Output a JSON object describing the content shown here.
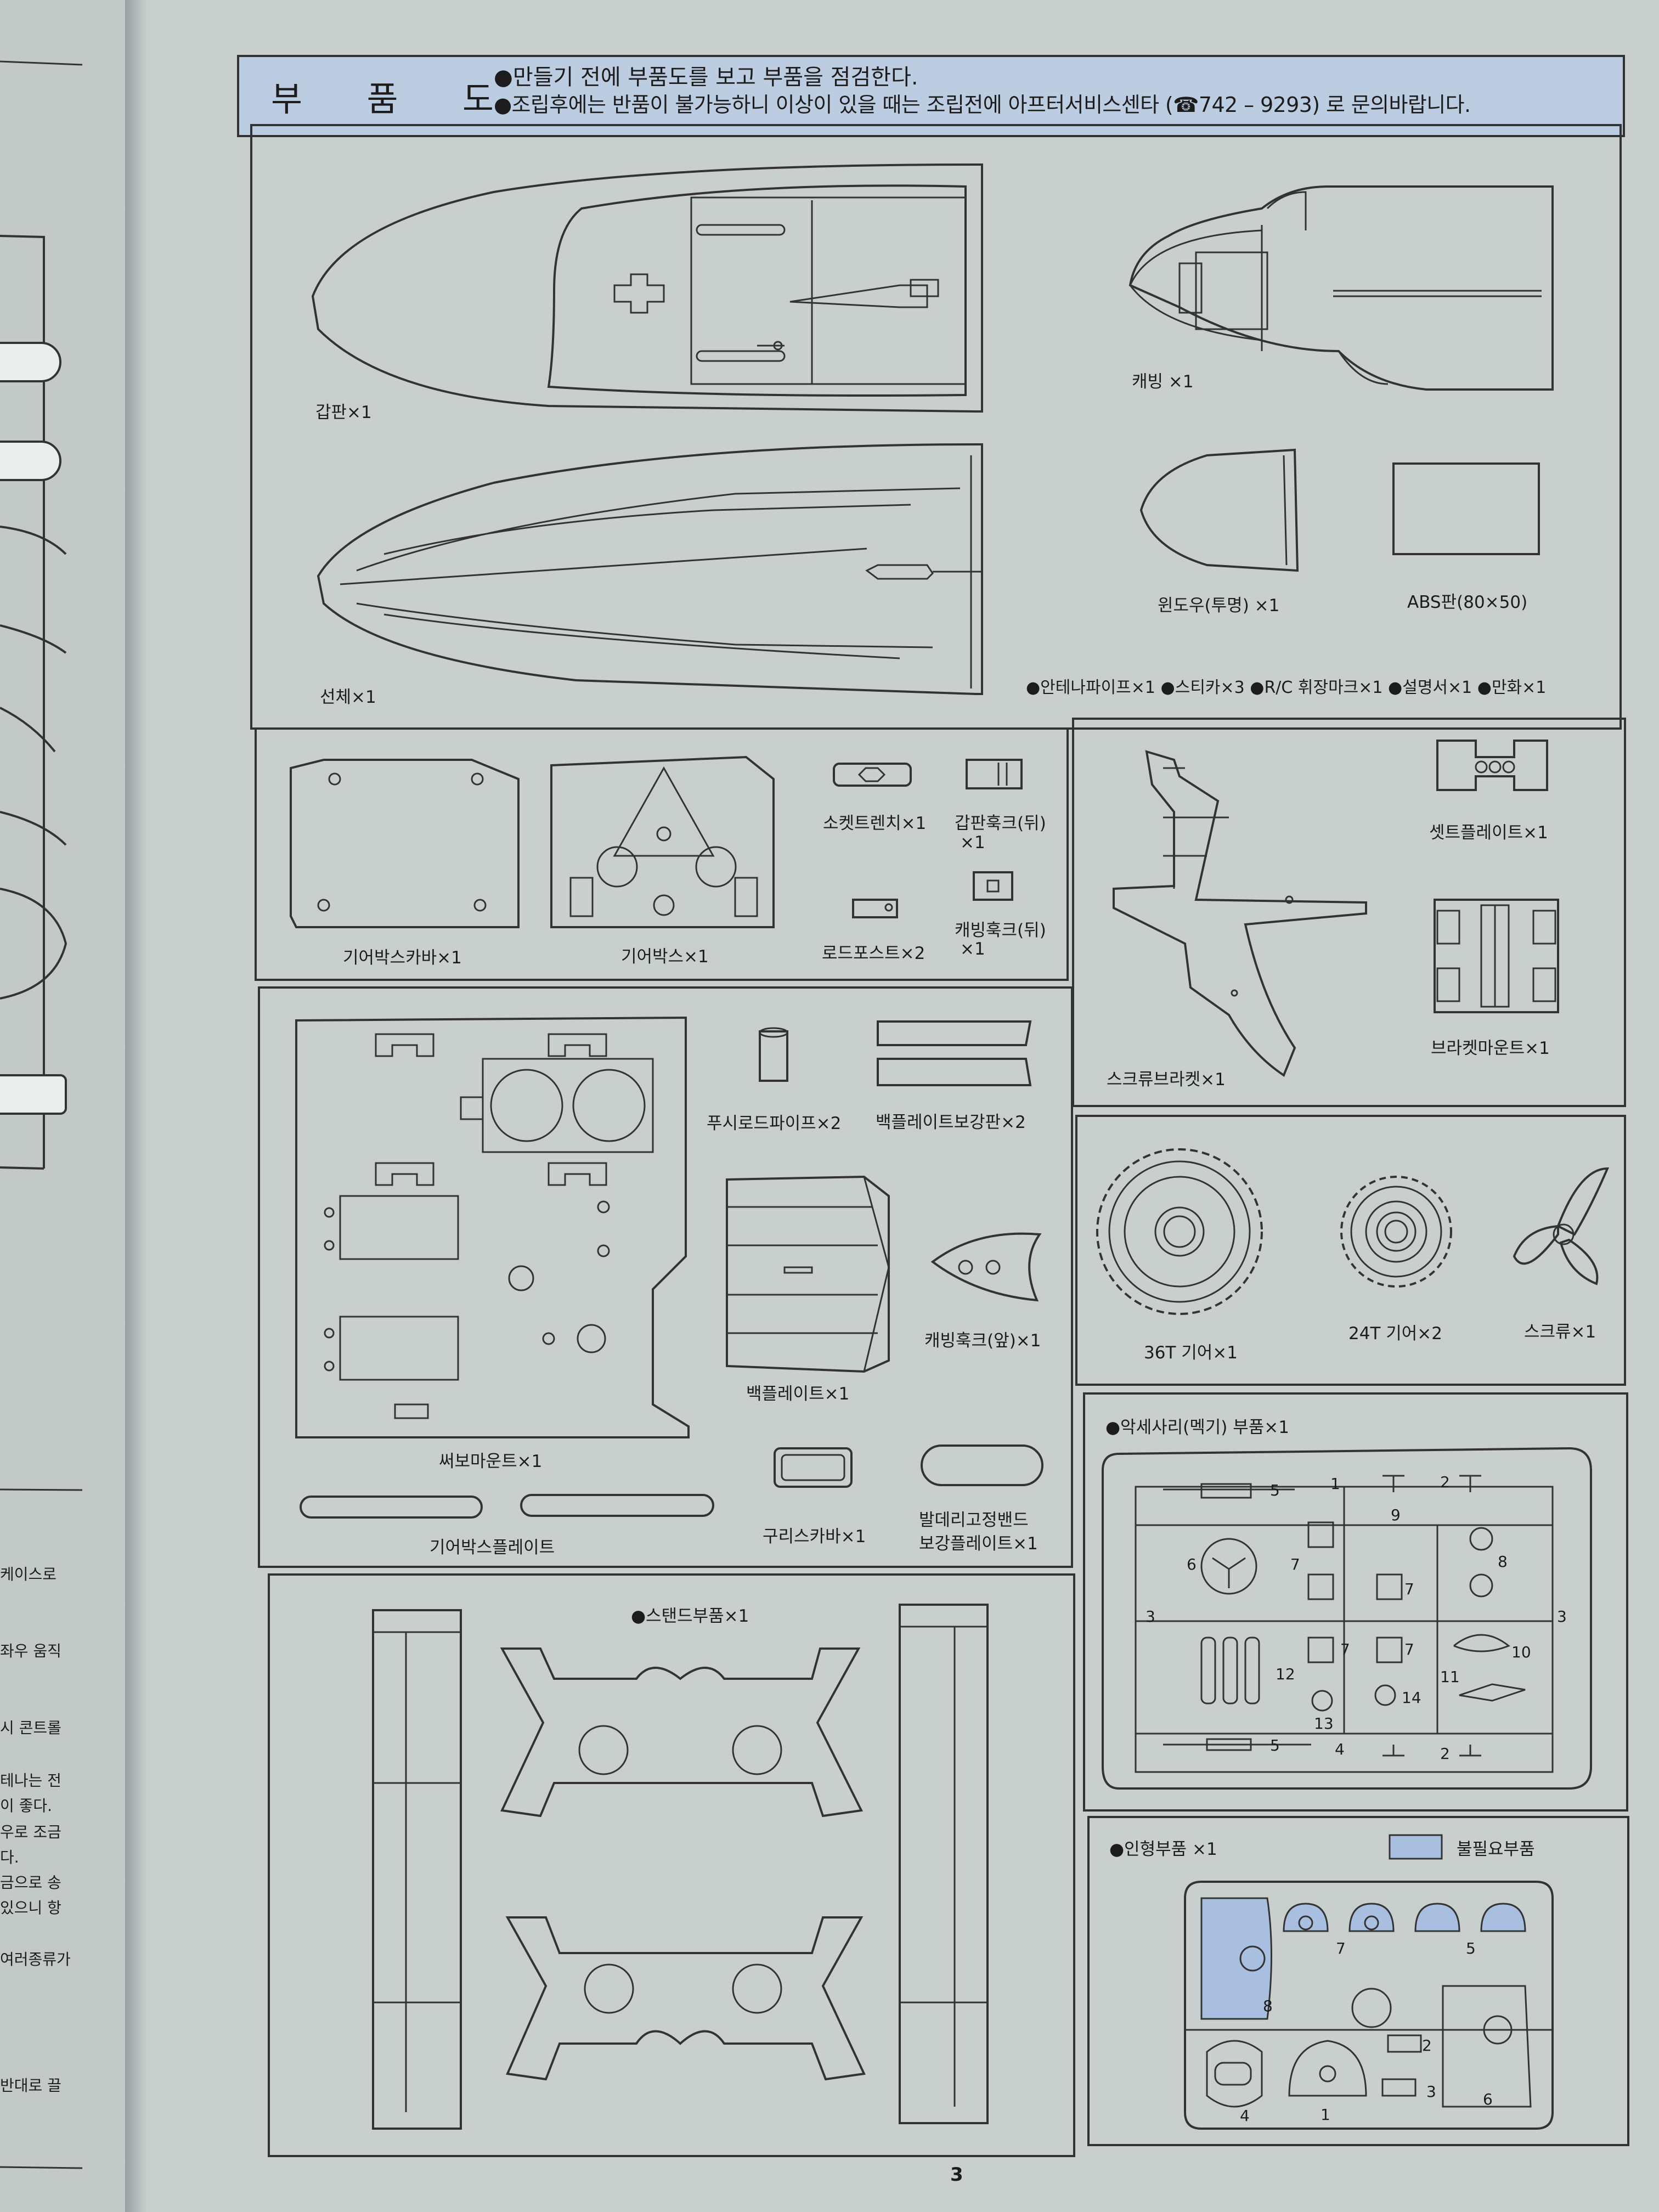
{
  "header": {
    "title": "부  품  도",
    "note1": "●만들기 전에 부품도를 보고 부품을 점검한다.",
    "note2": "●조립후에는 반품이 불가능하니 이상이 있을 때는 조립전에 아프터서비스센타 (☎742 – 9293) 로 문의바랍니다."
  },
  "parts": {
    "deck": "갑판×1",
    "hull": "선체×1",
    "canopy": "캐빙 ×1",
    "window": "윈도우(투명) ×1",
    "abs_plate": "ABS판(80×50)",
    "misc_line": "●안테나파이프×1 ●스티카×3 ●R/C 휘장마크×1 ●설명서×1 ●만화×1",
    "gearbox_cover": "기어박스카바×1",
    "gearbox": "기어박스×1",
    "socket_wrench": "소켓트렌치×1",
    "deck_hook_rear_1": "갑판훅크(뒤)",
    "deck_hook_rear_2": "×1",
    "rod_post": "로드포스트×2",
    "canopy_hook_rear_1": "캐빙훅크(뒤)",
    "canopy_hook_rear_2": "×1",
    "screw_bracket": "스크류브라켓×1",
    "set_plate": "셋트플레이트×1",
    "bracket_mount": "브라켓마운트×1",
    "push_rod_pipe": "푸시로드파이프×2",
    "back_plate_reinforce": "백플레이트보강판×2",
    "back_plate": "백플레이트×1",
    "canopy_hook_front": "캐빙훅크(앞)×1",
    "servo_mount": "써보마운트×1",
    "gearbox_plate": "기어박스플레이트",
    "copper_cover": "구리스카바×1",
    "footrest_1": "발데리고정밴드",
    "footrest_2": "보강플레이트×1",
    "gear36": "36T 기어×1",
    "gear24": "24T 기어×2",
    "screw": "스크류×1",
    "accessory": "●악세사리(멕기) 부품×1",
    "stand": "●스탠드부품×1",
    "figure": "●인형부품 ×1",
    "unneeded": "불필요부품"
  },
  "accessory_numbers": [
    "5",
    "1",
    "2",
    "9",
    "6",
    "7",
    "8",
    "7",
    "3",
    "3",
    "7",
    "7",
    "10",
    "12",
    "11",
    "13",
    "14",
    "5",
    "4",
    "2"
  ],
  "figure_numbers": [
    "7",
    "5",
    "8",
    "2",
    "4",
    "1",
    "3",
    "6"
  ],
  "page_number": "3",
  "left_page": {
    "lines": [
      "케이스로",
      "좌우 움직",
      "시 콘트롤",
      "테나는 전",
      "이 좋다.",
      "우로 조금",
      "다.",
      "금으로 송",
      "있으니 항",
      "여러종류가",
      "반대로 끌"
    ]
  },
  "colors": {
    "unneeded_swatch": "#a9bfe0",
    "paper": "#c9cfcd"
  }
}
